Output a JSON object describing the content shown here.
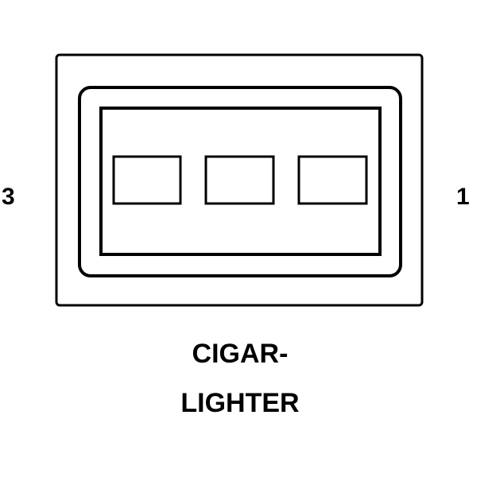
{
  "connector": {
    "name_line1": "CIGAR-",
    "name_line2": "LIGHTER",
    "pin_left": "3",
    "pin_right": "1",
    "terminal_count": 3
  },
  "colors": {
    "stroke": "#000000",
    "background": "#ffffff"
  }
}
